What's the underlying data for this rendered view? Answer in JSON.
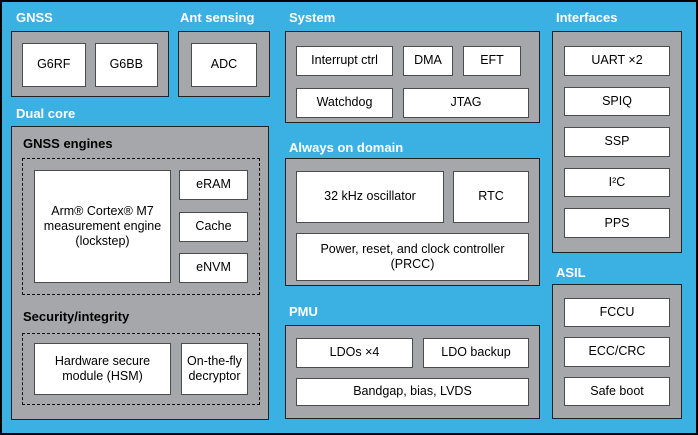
{
  "colors": {
    "background": "#3BB0E2",
    "panel_gray": "#A5A7AA",
    "box_white": "#FFFFFF",
    "label_text": "#FFFFFF",
    "box_text": "#000000"
  },
  "sections": {
    "gnss": {
      "label": "GNSS",
      "boxes": [
        "G6RF",
        "G6BB"
      ]
    },
    "ant_sensing": {
      "label": "Ant sensing",
      "boxes": [
        "ADC"
      ]
    },
    "system": {
      "label": "System",
      "row1": [
        "Interrupt ctrl",
        "DMA",
        "EFT"
      ],
      "row2": [
        "Watchdog",
        "JTAG"
      ]
    },
    "interfaces": {
      "label": "Interfaces",
      "boxes": [
        "UART ×2",
        "SPIQ",
        "SSP",
        "I²C",
        "PPS"
      ]
    },
    "dual_core": {
      "label": "Dual core",
      "gnss_engines": {
        "label": "GNSS engines",
        "main_box": "Arm® Cortex® M7 measurement engine (lockstep)",
        "side_boxes": [
          "eRAM",
          "Cache",
          "eNVM"
        ]
      },
      "security": {
        "label": "Security/integrity",
        "boxes": [
          "Hardware secure module (HSM)",
          "On-the-fly decryptor"
        ]
      }
    },
    "always_on": {
      "label": "Always on domain",
      "row1": [
        "32 kHz oscillator",
        "RTC"
      ],
      "row2": [
        "Power, reset, and clock controller (PRCC)"
      ]
    },
    "pmu": {
      "label": "PMU",
      "row1": [
        "LDOs ×4",
        "LDO backup"
      ],
      "row2": [
        "Bandgap, bias, LVDS"
      ]
    },
    "asil": {
      "label": "ASIL",
      "boxes": [
        "FCCU",
        "ECC/CRC",
        "Safe boot"
      ]
    }
  }
}
